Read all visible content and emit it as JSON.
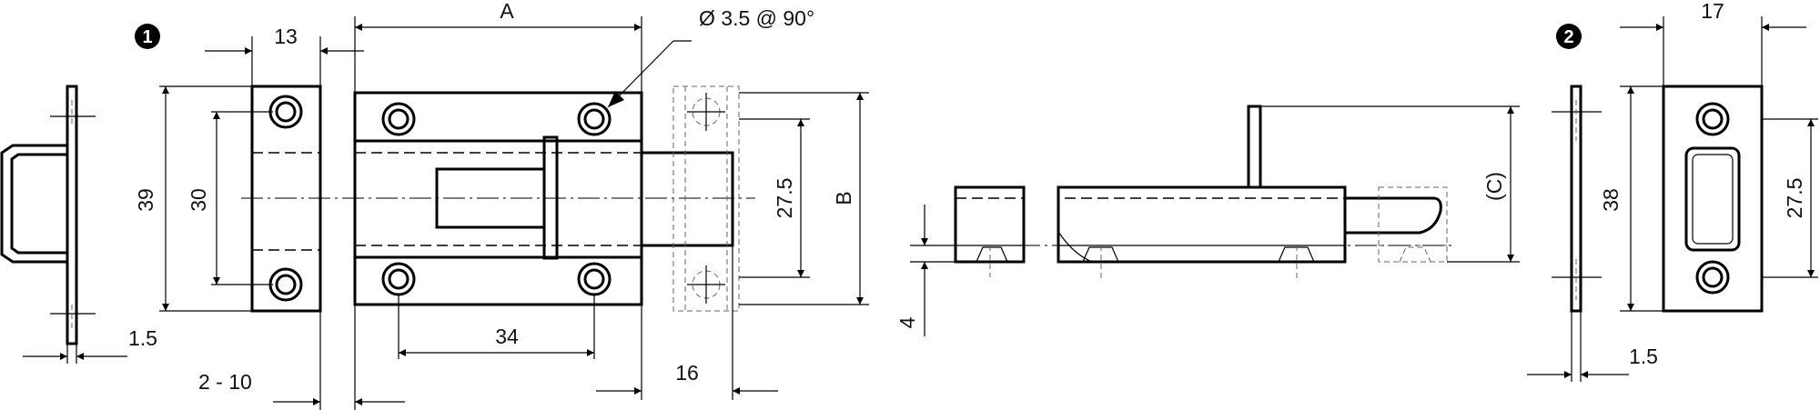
{
  "markers": {
    "view1": "1",
    "view2": "2"
  },
  "dimensions": {
    "width_13": "13",
    "a": "A",
    "hole_note": "Ø 3.5 @ 90°",
    "height_39": "39",
    "height_30": "30",
    "thickness_1_5_left": "1.5",
    "range_2_10": "2 - 10",
    "spacing_34": "34",
    "slot_16": "16",
    "height_27_5": "27.5",
    "b": "B",
    "thickness_4": "4",
    "c": "(C)",
    "width_17": "17",
    "height_38": "38",
    "height_27_5_right": "27.5",
    "thickness_1_5_right": "1.5"
  }
}
